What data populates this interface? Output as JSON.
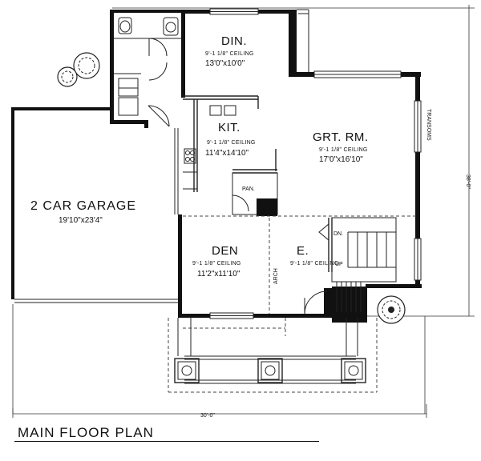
{
  "plan": {
    "caption": "MAIN FLOOR PLAN",
    "dimensions": {
      "width": "30'-0\"",
      "depth": "38'-0\""
    },
    "rooms": [
      {
        "id": "din",
        "name": "DIN.",
        "ceiling": "9'-1 1/8\" CEILING",
        "size": "13'0\"x10'0\""
      },
      {
        "id": "kit",
        "name": "KIT.",
        "ceiling": "9'-1 1/8\" CEILING",
        "size": "11'4\"x14'10\""
      },
      {
        "id": "grt",
        "name": "GRT. RM.",
        "ceiling": "9'-1 1/8\" CEILING",
        "size": "17'0\"x16'10\""
      },
      {
        "id": "garage",
        "name": "2 CAR GARAGE",
        "size": "19'10\"x23'4\""
      },
      {
        "id": "den",
        "name": "DEN",
        "ceiling": "9'-1 1/8\" CEILING",
        "size": "11'2\"x11'10\""
      },
      {
        "id": "entry",
        "name": "E.",
        "ceiling": "9'-1 1/8\" CEILING"
      }
    ],
    "notes": {
      "pantry": "PAN.",
      "transoms": "TRANSOMS",
      "arch": "ARCH",
      "dn": "DN.",
      "up": "UP"
    }
  }
}
